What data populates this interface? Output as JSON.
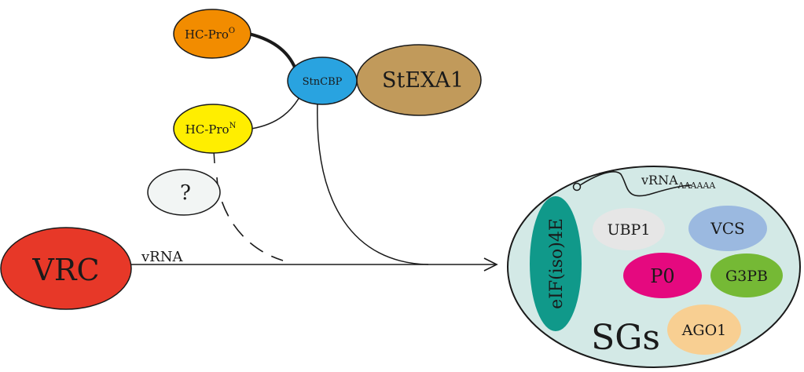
{
  "nodes": {
    "hcpro_o": {
      "label": "HC-Pro",
      "sup": "O",
      "color": "#f28c00"
    },
    "hcpro_n": {
      "label": "HC-Pro",
      "sup": "N",
      "color": "#ffee00"
    },
    "stncbp": {
      "label": "StnCBP",
      "color": "#29a3e0"
    },
    "stexa1": {
      "label": "StEXA1",
      "color": "#c19a5b"
    },
    "unknown": {
      "label": "?",
      "color": "#f2f5f4"
    },
    "vrc": {
      "label": "VRC",
      "color": "#e73828"
    }
  },
  "edges": {
    "vrna_label": "vRNA"
  },
  "sgs": {
    "label": "SGs",
    "color": "#d3e9e6",
    "vrna_label": "vRNA",
    "vrna_subscript": "AAAAAA",
    "components": {
      "eif": {
        "label": "eIF(iso)4E",
        "color": "#10998a"
      },
      "ubp1": {
        "label": "UBP1",
        "color": "#e6e6e6"
      },
      "vcs": {
        "label": "VCS",
        "color": "#9bb9e0"
      },
      "p0": {
        "label": "P0",
        "color": "#e5097f"
      },
      "g3pb": {
        "label": "G3PB",
        "color": "#75b935"
      },
      "ago1": {
        "label": "AGO1",
        "color": "#f8cf92"
      }
    }
  }
}
